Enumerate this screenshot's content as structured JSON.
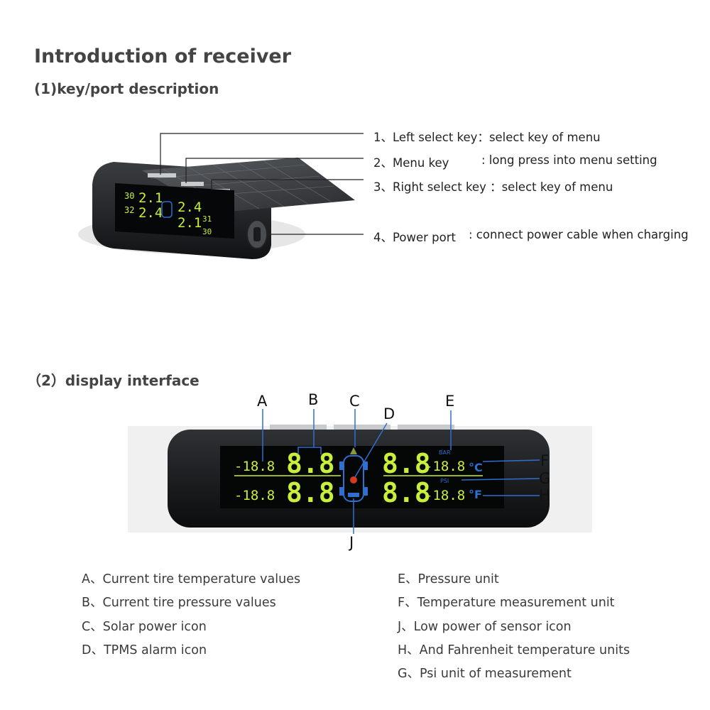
{
  "title": "Introduction of receiver",
  "section1": {
    "heading": "(1)key/port description",
    "keys": [
      {
        "label": "1、Left select key：select key of menu"
      },
      {
        "label": "2、Menu key",
        "desc": ": long press into menu setting"
      },
      {
        "label": "3、Right select key ：select key of menu"
      },
      {
        "label": "4、Power port",
        "desc": ": connect power cable when charging"
      }
    ],
    "device_screen": {
      "row1_left": "30",
      "row1_mid": "2.1",
      "row2_left": "32",
      "row2_mid": "2.4",
      "right_top": "2.4",
      "right_bottom": "2.1",
      "right_small_top": "31",
      "right_small_bottom": "30"
    }
  },
  "section2": {
    "heading": "（2）display interface",
    "letters": {
      "A": "A",
      "B": "B",
      "C": "C",
      "D": "D",
      "E": "E",
      "F": "F",
      "G": "G",
      "H": "H",
      "J": "J"
    },
    "lcd": {
      "temp_tl": "-18.8",
      "pres_tl": "8.8",
      "pres_tr": "8.8",
      "temp_tr": "-18.8",
      "temp_bl": "-18.8",
      "pres_bl": "8.8",
      "pres_br": "8.8",
      "temp_br": "-18.8",
      "unit_bar": "BAR",
      "unit_psi": "PSI",
      "unit_c": "°C",
      "unit_f": "°F"
    },
    "legend_left": [
      "A、Current tire temperature values",
      "B、Current tire pressure values",
      "C、Solar power icon",
      "D、TPMS alarm icon"
    ],
    "legend_right": [
      "E、Pressure unit",
      "F、Temperature measurement unit",
      "J、Low power of sensor icon",
      "H、And Fahrenheit temperature units",
      "G、Psi unit of measurement"
    ]
  },
  "colors": {
    "lcd_green": "#c8ef3a",
    "lcd_blue": "#2f6fd0",
    "alarm_red": "#d83a1f"
  }
}
